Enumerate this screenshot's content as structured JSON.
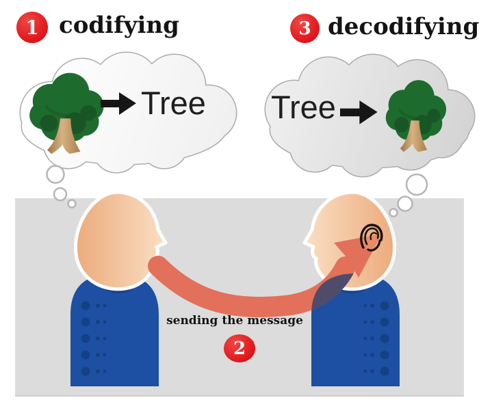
{
  "diagram": {
    "steps": {
      "step1": {
        "number": "1",
        "label": "codifying"
      },
      "step2": {
        "number": "2",
        "label": "sending the message"
      },
      "step3": {
        "number": "3",
        "label": "decodifying"
      }
    },
    "left_bubble": {
      "word": "Tree",
      "icon": "tree-icon",
      "arrow_icon": "arrow-right-icon"
    },
    "right_bubble": {
      "word": "Tree",
      "icon": "tree-icon",
      "arrow_icon": "arrow-right-icon"
    },
    "figures": {
      "left": {
        "role": "speaker-person",
        "detail": "speech arrow leaves mouth"
      },
      "right": {
        "role": "listener-person",
        "detail": "arrow points into ear",
        "icon": "ear-icon"
      }
    },
    "colors": {
      "badge_red": "#e32025",
      "shirt_blue": "#1d50a2",
      "skin": "#f3c9a4",
      "message_arrow_salmon": "#e2705a",
      "tree_green": "#1e6b2e",
      "trunk_brown": "#c79b6b",
      "panel_gray": "#dcdcdc",
      "cloud_border": "#ababab"
    }
  }
}
